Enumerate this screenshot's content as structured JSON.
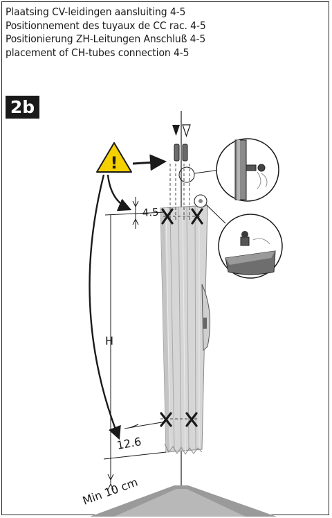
{
  "header": {
    "titles": [
      "Plaatsing CV-leidingen aansluiting 4-5",
      "Positionnement des tuyaux de CC rac. 4-5",
      "Positionierung ZH-Leitungen Anschluß 4-5",
      "placement of CH-tubes connection 4-5"
    ],
    "figure_badge": "2b"
  },
  "diagram": {
    "dim_top": "4.5",
    "dim_height": "H",
    "dim_bottom": "12.6",
    "dim_floor": "Min 10 cm",
    "warning_symbol": "!",
    "warning_icon": "warning-triangle-icon",
    "colors": {
      "warning": "#f5d100",
      "radiator": "#d4d4d4",
      "line": "#1a1a1a"
    }
  }
}
